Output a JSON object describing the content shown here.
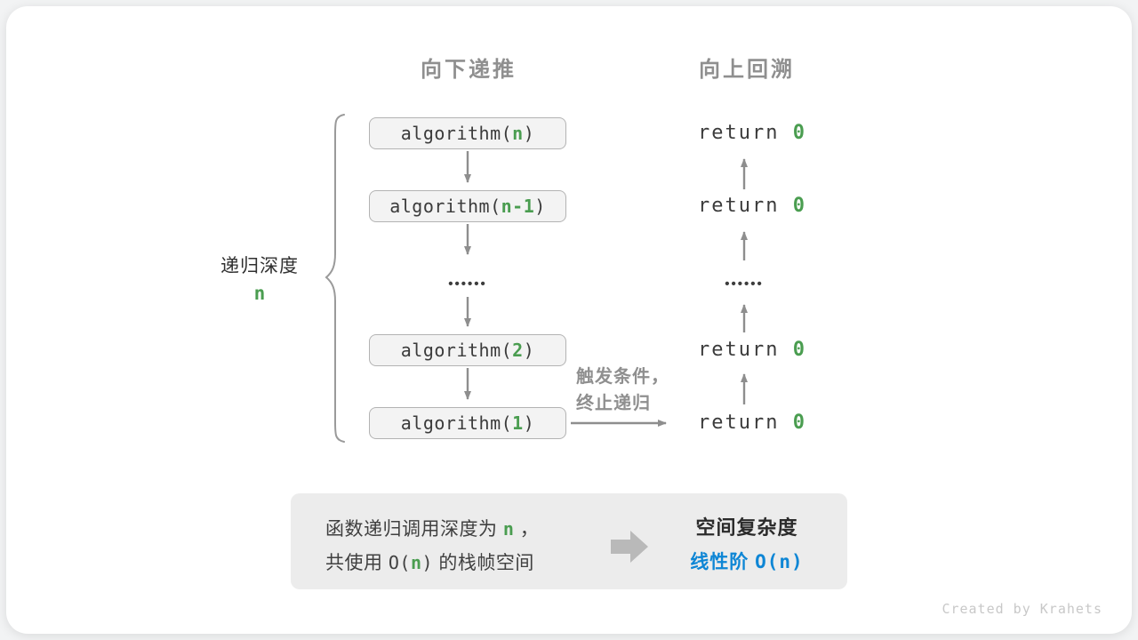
{
  "page": {
    "credit": "Created by Krahets"
  },
  "colors": {
    "accent_green": "#4a9d50",
    "accent_blue": "#0e86d5",
    "label_gray": "#8f8f8f",
    "arrow_gray": "#8e8e8e",
    "code_text": "#3b3b3b",
    "call_box_fill": "#f3f3f3",
    "call_box_border": "#b3b3b3",
    "summary_bg": "#ececec"
  },
  "headers": {
    "downward": "向下递推",
    "upward": "向上回溯"
  },
  "depth_brace": {
    "label": "递归深度",
    "value": "n"
  },
  "call_boxes": [
    {
      "pre": "algorithm(",
      "arg": "n",
      "post": ")"
    },
    {
      "pre": "algorithm(",
      "arg": "n-1",
      "post": ")"
    },
    {
      "pre": "algorithm(",
      "arg": "2",
      "post": ")"
    },
    {
      "pre": "algorithm(",
      "arg": "1",
      "post": ")"
    }
  ],
  "return_stmt": {
    "pre": "return ",
    "val": "0"
  },
  "ellipsis": "••••••",
  "base_case_note": {
    "line1": "触发条件，",
    "line2": "终止递归"
  },
  "summary": {
    "line1": {
      "pre": "函数递归调用深度为 ",
      "arg": "n",
      "post": " ，"
    },
    "line2": {
      "pre": "共使用 ",
      "code_open": "O(",
      "arg": "n",
      "code_close": ")",
      "post": " 的栈帧空间"
    },
    "result": {
      "title": "空间复杂度",
      "label": "线性阶 ",
      "code": "O(n)"
    }
  }
}
